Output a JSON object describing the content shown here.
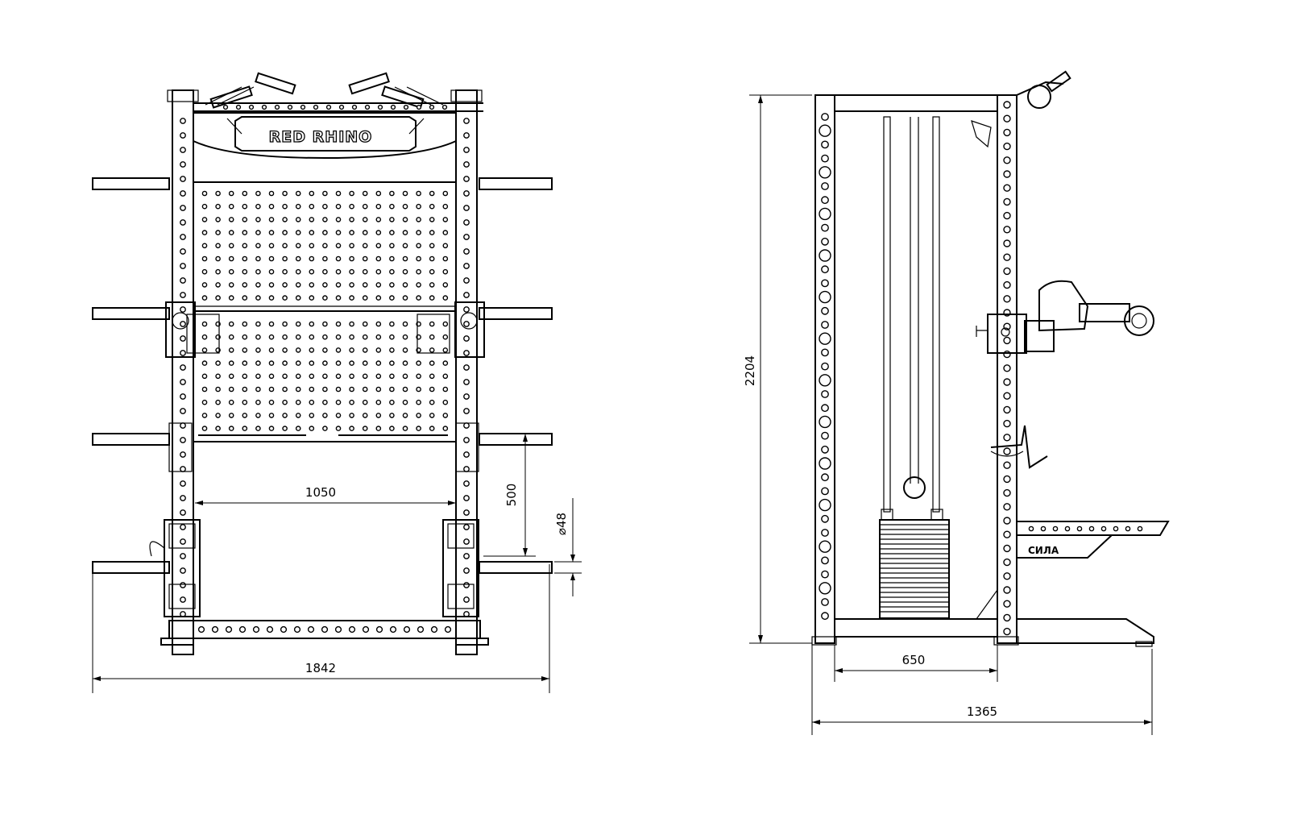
{
  "front_view": {
    "brand_logo": "RED RHINO",
    "dimensions": {
      "overall_width": "1842",
      "inner_width": "1050",
      "bar_spacing": "500",
      "bar_diameter": "⌀48"
    }
  },
  "side_view": {
    "dimensions": {
      "height": "2204",
      "inner_depth": "650",
      "overall_depth": "1365"
    }
  },
  "colors": {
    "line": "#000000",
    "background": "#ffffff"
  }
}
